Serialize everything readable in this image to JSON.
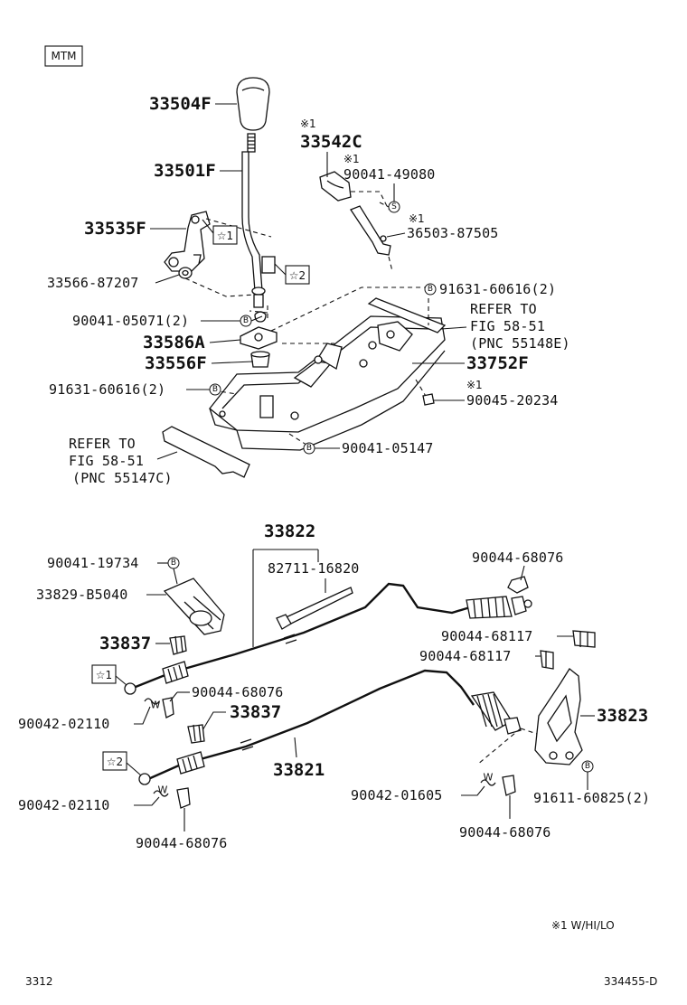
{
  "header": {
    "tag": "MTM"
  },
  "labels": {
    "l33504f": "33504F",
    "l33501f": "33501F",
    "l33535f": "33535F",
    "l33566": "33566-87207",
    "l90041_05071": "90041-05071(2)",
    "l33586a": "33586A",
    "l33556f": "33556F",
    "l91631_left": "91631-60616(2)",
    "refer_left_1": "REFER TO",
    "refer_left_2": "FIG 58-51",
    "refer_left_3": "(PNC 55147C)",
    "l33542c": "33542C",
    "l90041_49080": "90041-49080",
    "l36503": "36503-87505",
    "l91631_right": "91631-60616(2)",
    "refer_right_1": "REFER TO",
    "refer_right_2": "FIG 58-51",
    "refer_right_3": "(PNC 55148E)",
    "l33752f": "33752F",
    "l90045": "90045-20234",
    "l90041_05147": "90041-05147",
    "l33822": "33822",
    "l82711": "82711-16820",
    "l90041_19734": "90041-19734",
    "l33829": "33829-B5040",
    "l33837_a": "33837",
    "l33837_b": "33837",
    "l90044_68076_top": "90044-68076",
    "l90044_68117_a": "90044-68117",
    "l90044_68117_b": "90044-68117",
    "l90044_68076_mid": "90044-68076",
    "l90042_02110_a": "90042-02110",
    "l90042_02110_b": "90042-02110",
    "l33823": "33823",
    "l33821": "33821",
    "l90042_01605": "90042-01605",
    "l91611": "91611-60825(2)",
    "l90044_68076_bl": "90044-68076",
    "l90044_68076_br": "90044-68076"
  },
  "notes": {
    "n1": "※1",
    "n2": "※1",
    "n3": "※1",
    "n4": "※1",
    "footnote": "※1 W/HI/LO"
  },
  "markers": {
    "star1": "☆1",
    "star2": "☆2",
    "b": "B",
    "s": "S",
    "w": "W"
  },
  "footer": {
    "left": "3312",
    "right": "334455-D"
  }
}
